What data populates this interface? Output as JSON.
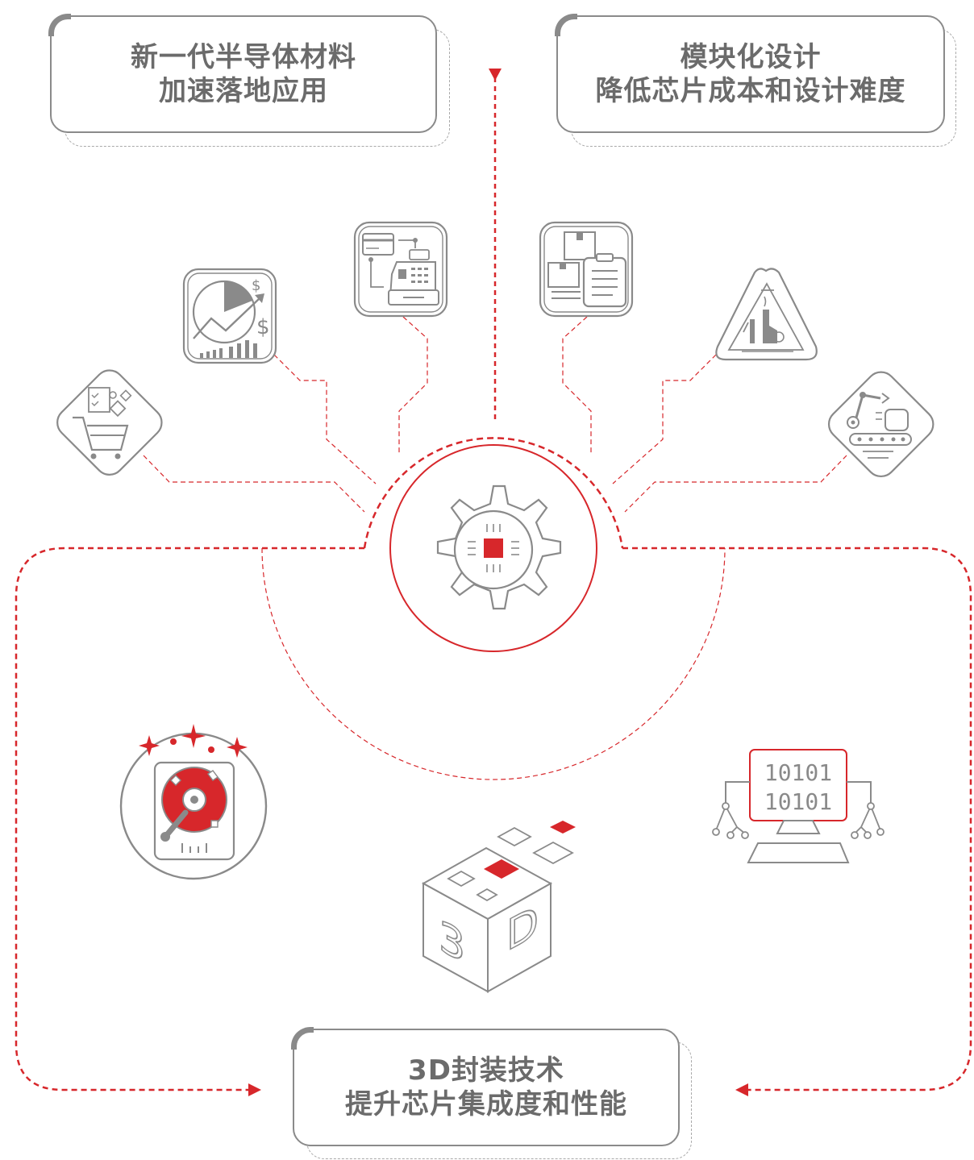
{
  "cards": {
    "top_left": {
      "line1": "新一代半导体材料",
      "line2": "加速落地应用"
    },
    "top_right": {
      "line1": "模块化设计",
      "line2": "降低芯片成本和设计难度"
    },
    "bottom": {
      "line1": "3D封装技术",
      "line2": "提升芯片集成度和性能"
    }
  },
  "monitor": {
    "row1": "10101",
    "row2": "10101"
  },
  "cube": {
    "face_left": "3",
    "face_right": "D"
  },
  "icons": [
    "shopping-cart-icon",
    "financial-chart-icon",
    "payment-register-icon",
    "logistics-clipboard-icon",
    "industry-warning-icon",
    "robot-conveyor-icon",
    "gear-chip-icon",
    "hard-disk-icon",
    "3d-cube-icon",
    "binary-monitor-icon"
  ],
  "colors": {
    "accent": "#d7272b",
    "gray": "#8a8a8a",
    "text": "#6b6b6b"
  }
}
